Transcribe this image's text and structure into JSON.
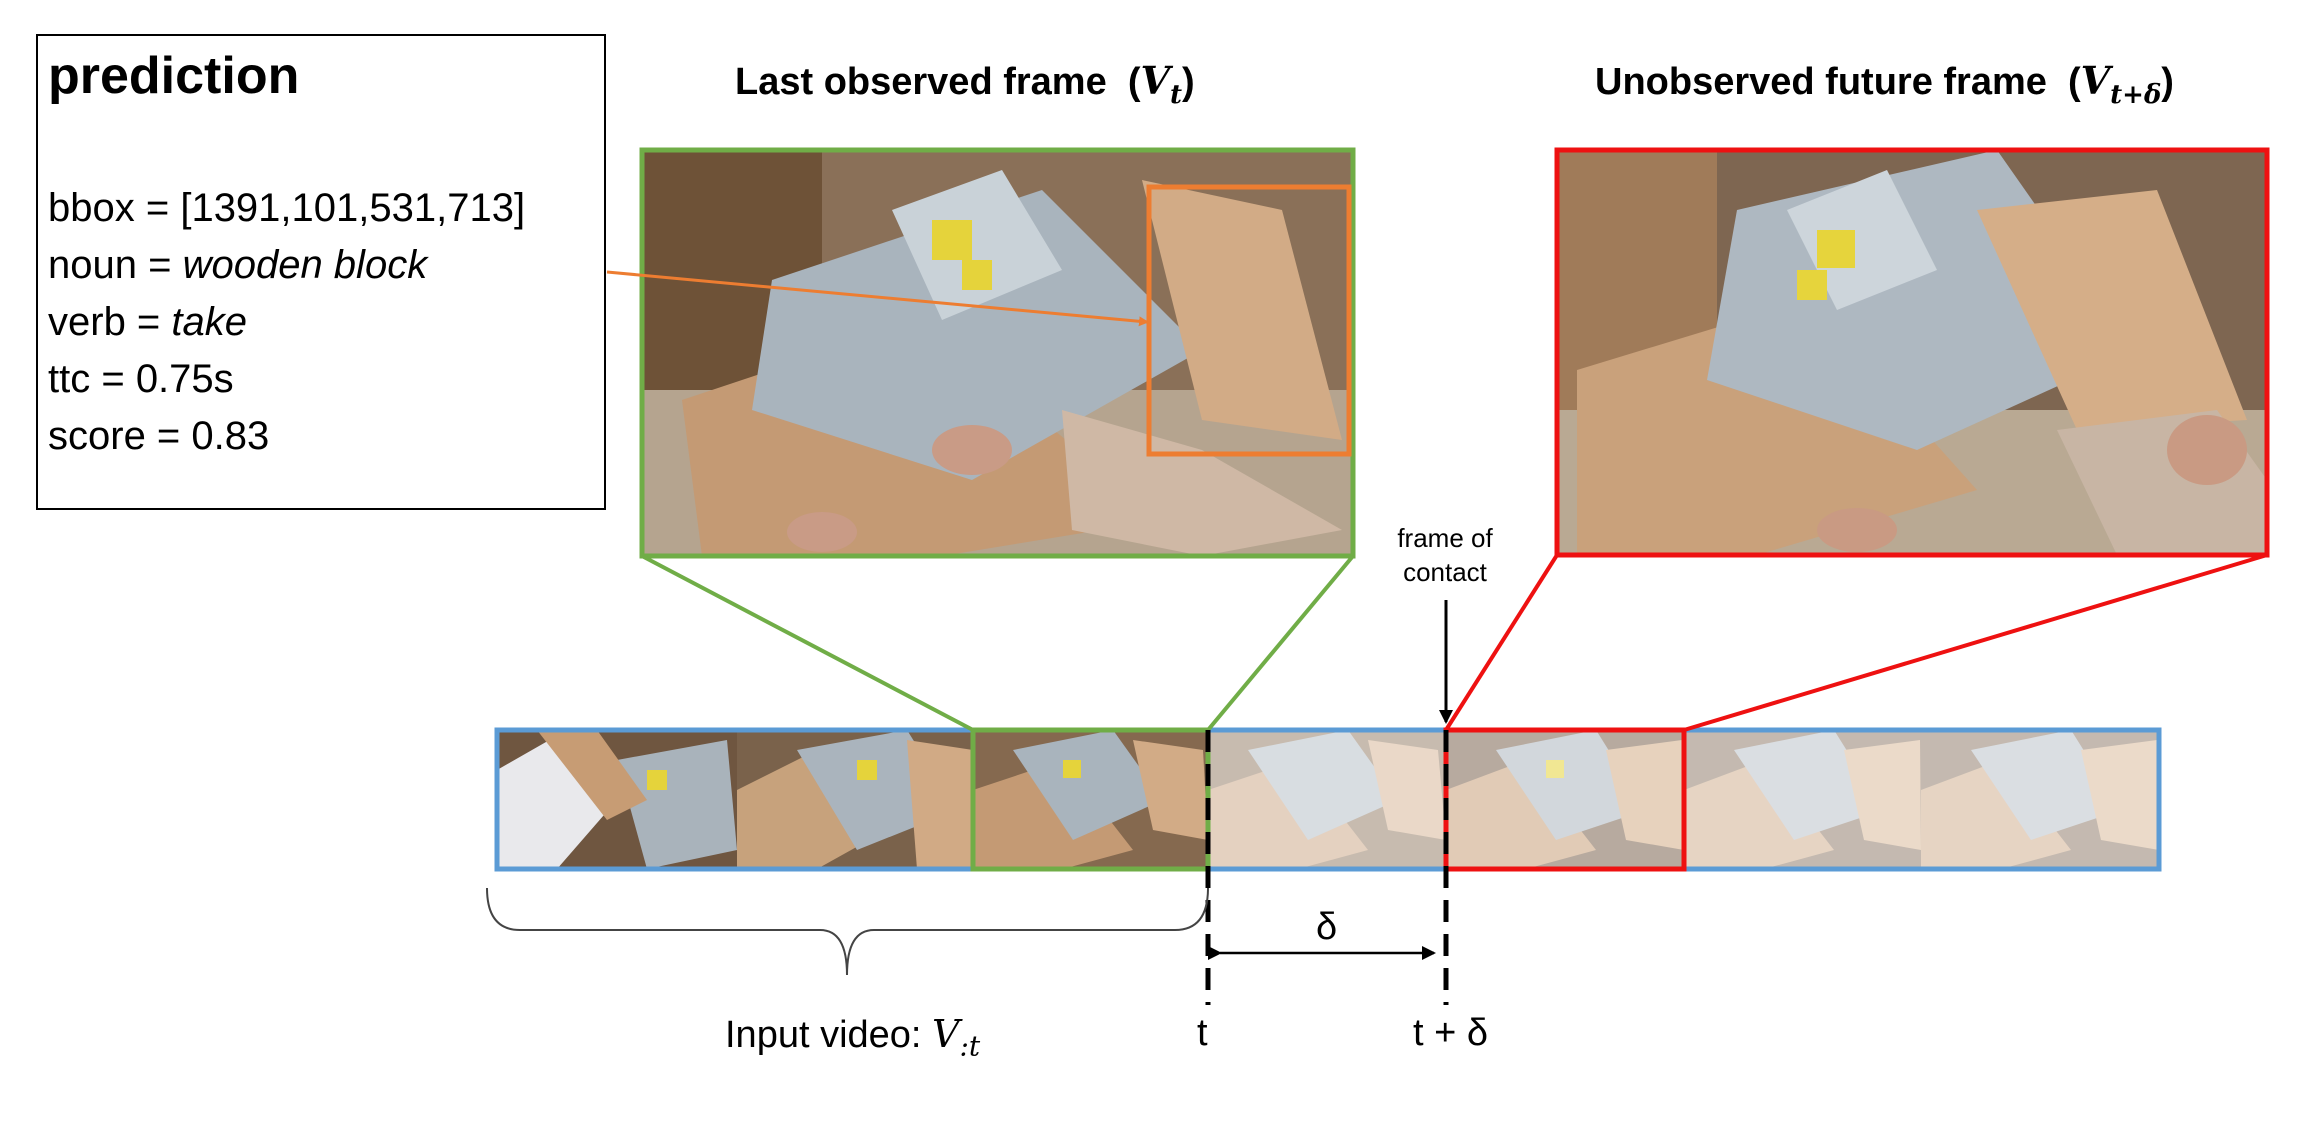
{
  "prediction": {
    "title": "prediction",
    "bbox_label": "bbox = ",
    "bbox_value": "[1391,101,531,713]",
    "noun_label": "noun = ",
    "noun_value": "wooden block",
    "verb_label": "verb = ",
    "verb_value": "take",
    "ttc": "ttc = 0.75s",
    "score": "score = 0.83"
  },
  "headings": {
    "last_observed_text": "Last observed frame",
    "last_observed_symbol": "V",
    "last_observed_sub": "t",
    "future_text": "Unobserved future frame",
    "future_symbol": "V",
    "future_sub": "t+δ"
  },
  "timeline": {
    "input_video_text": "Input video: ",
    "input_video_symbol": "V",
    "input_video_sub": ":t",
    "t_label": "t",
    "t_delta_label": "t + δ",
    "delta_label": "δ",
    "frame_of_contact": "frame of\ncontact"
  },
  "colors": {
    "green": "#70ad47",
    "red": "#ee1111",
    "blue": "#5b9bd5",
    "orange": "#ed7d31"
  },
  "icons": {
    "photo": "video-frame-photo"
  }
}
